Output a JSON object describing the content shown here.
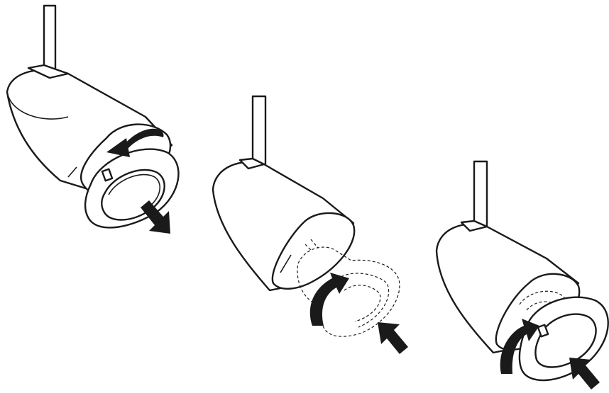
{
  "figure": {
    "panels": [
      {
        "id": "step-1",
        "action": "twist-and-pull-trim-ring"
      },
      {
        "id": "step-2",
        "action": "insert-and-rotate-lamp"
      },
      {
        "id": "step-3",
        "action": "push-and-twist-trim-ring"
      }
    ],
    "stroke_color": "#1a1a1a",
    "fill_color": "#ffffff"
  }
}
